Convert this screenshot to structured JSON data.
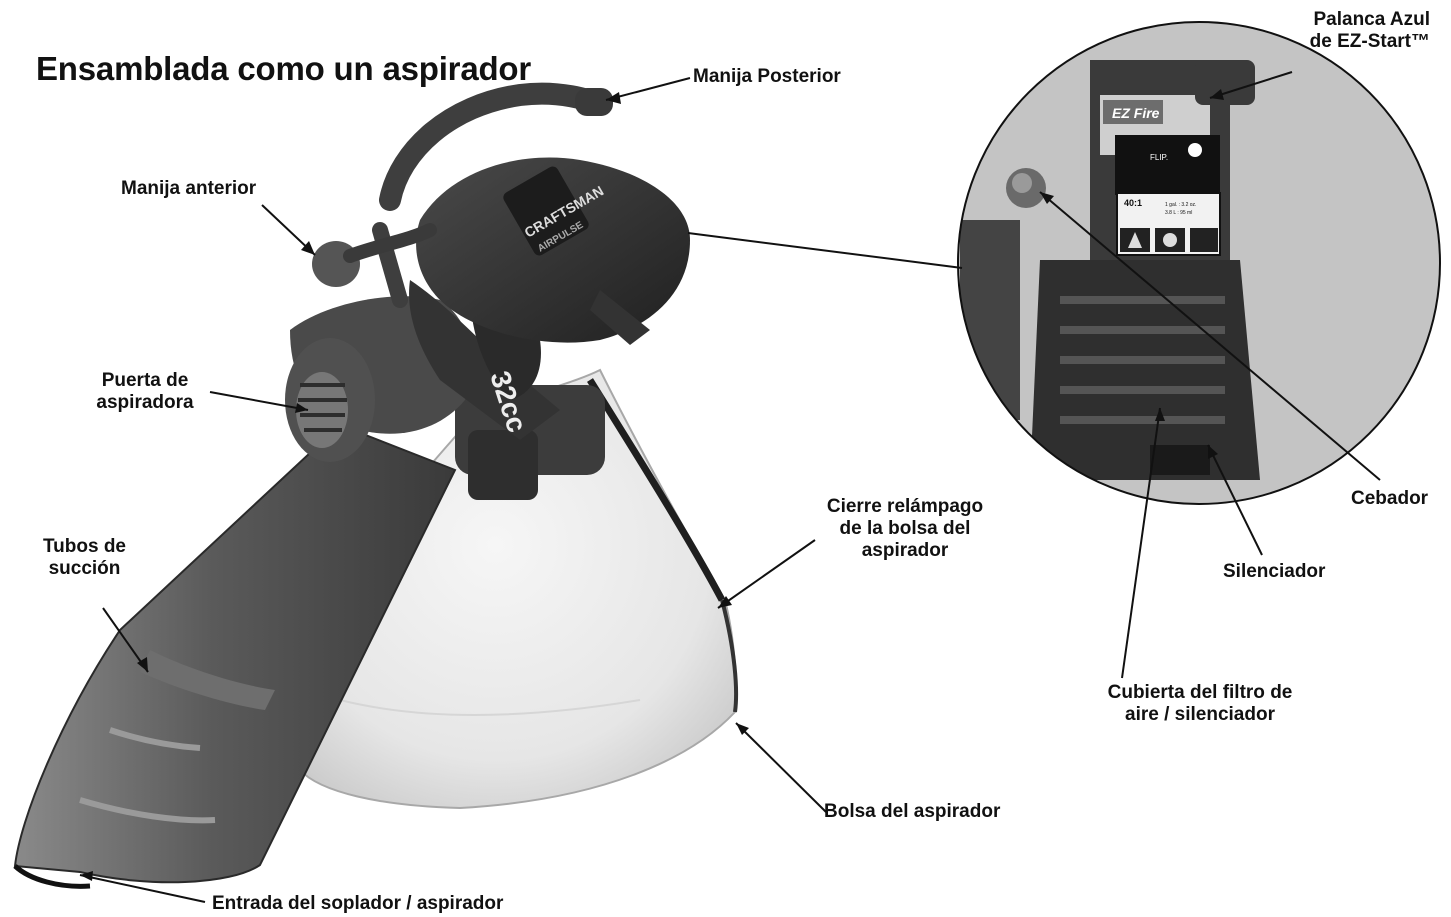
{
  "title": "Ensamblada como un aspirador",
  "labels": {
    "rear_handle": "Manija Posterior",
    "front_handle": "Manija anterior",
    "vacuum_door_1": "Puerta de",
    "vacuum_door_2": "aspiradora",
    "suction_tubes_1": "Tubos de",
    "suction_tubes_2": "succión",
    "inlet": "Entrada del soplador / aspirador",
    "zipper_1": "Cierre relámpago",
    "zipper_2": "de la bolsa del",
    "zipper_3": "aspirador",
    "bag": "Bolsa del aspirador",
    "lever_1": "Palanca Azul",
    "lever_2": "de EZ-Start™",
    "primer": "Cebador",
    "muffler": "Silenciador",
    "filter_1": "Cubierta del filtro de",
    "filter_2": "aire / silenciador"
  },
  "product_markings": {
    "brand": "CRAFTSMAN",
    "brand_sub": "AIRPULSE",
    "engine_size": "32cc",
    "ez_fire": "EZ Fire",
    "flip": "FLIP.",
    "mix_ratio": "40:1",
    "mix_1": "1 gal. : 3.2 oz.",
    "mix_2": "3.8 L : 95 ml"
  }
}
